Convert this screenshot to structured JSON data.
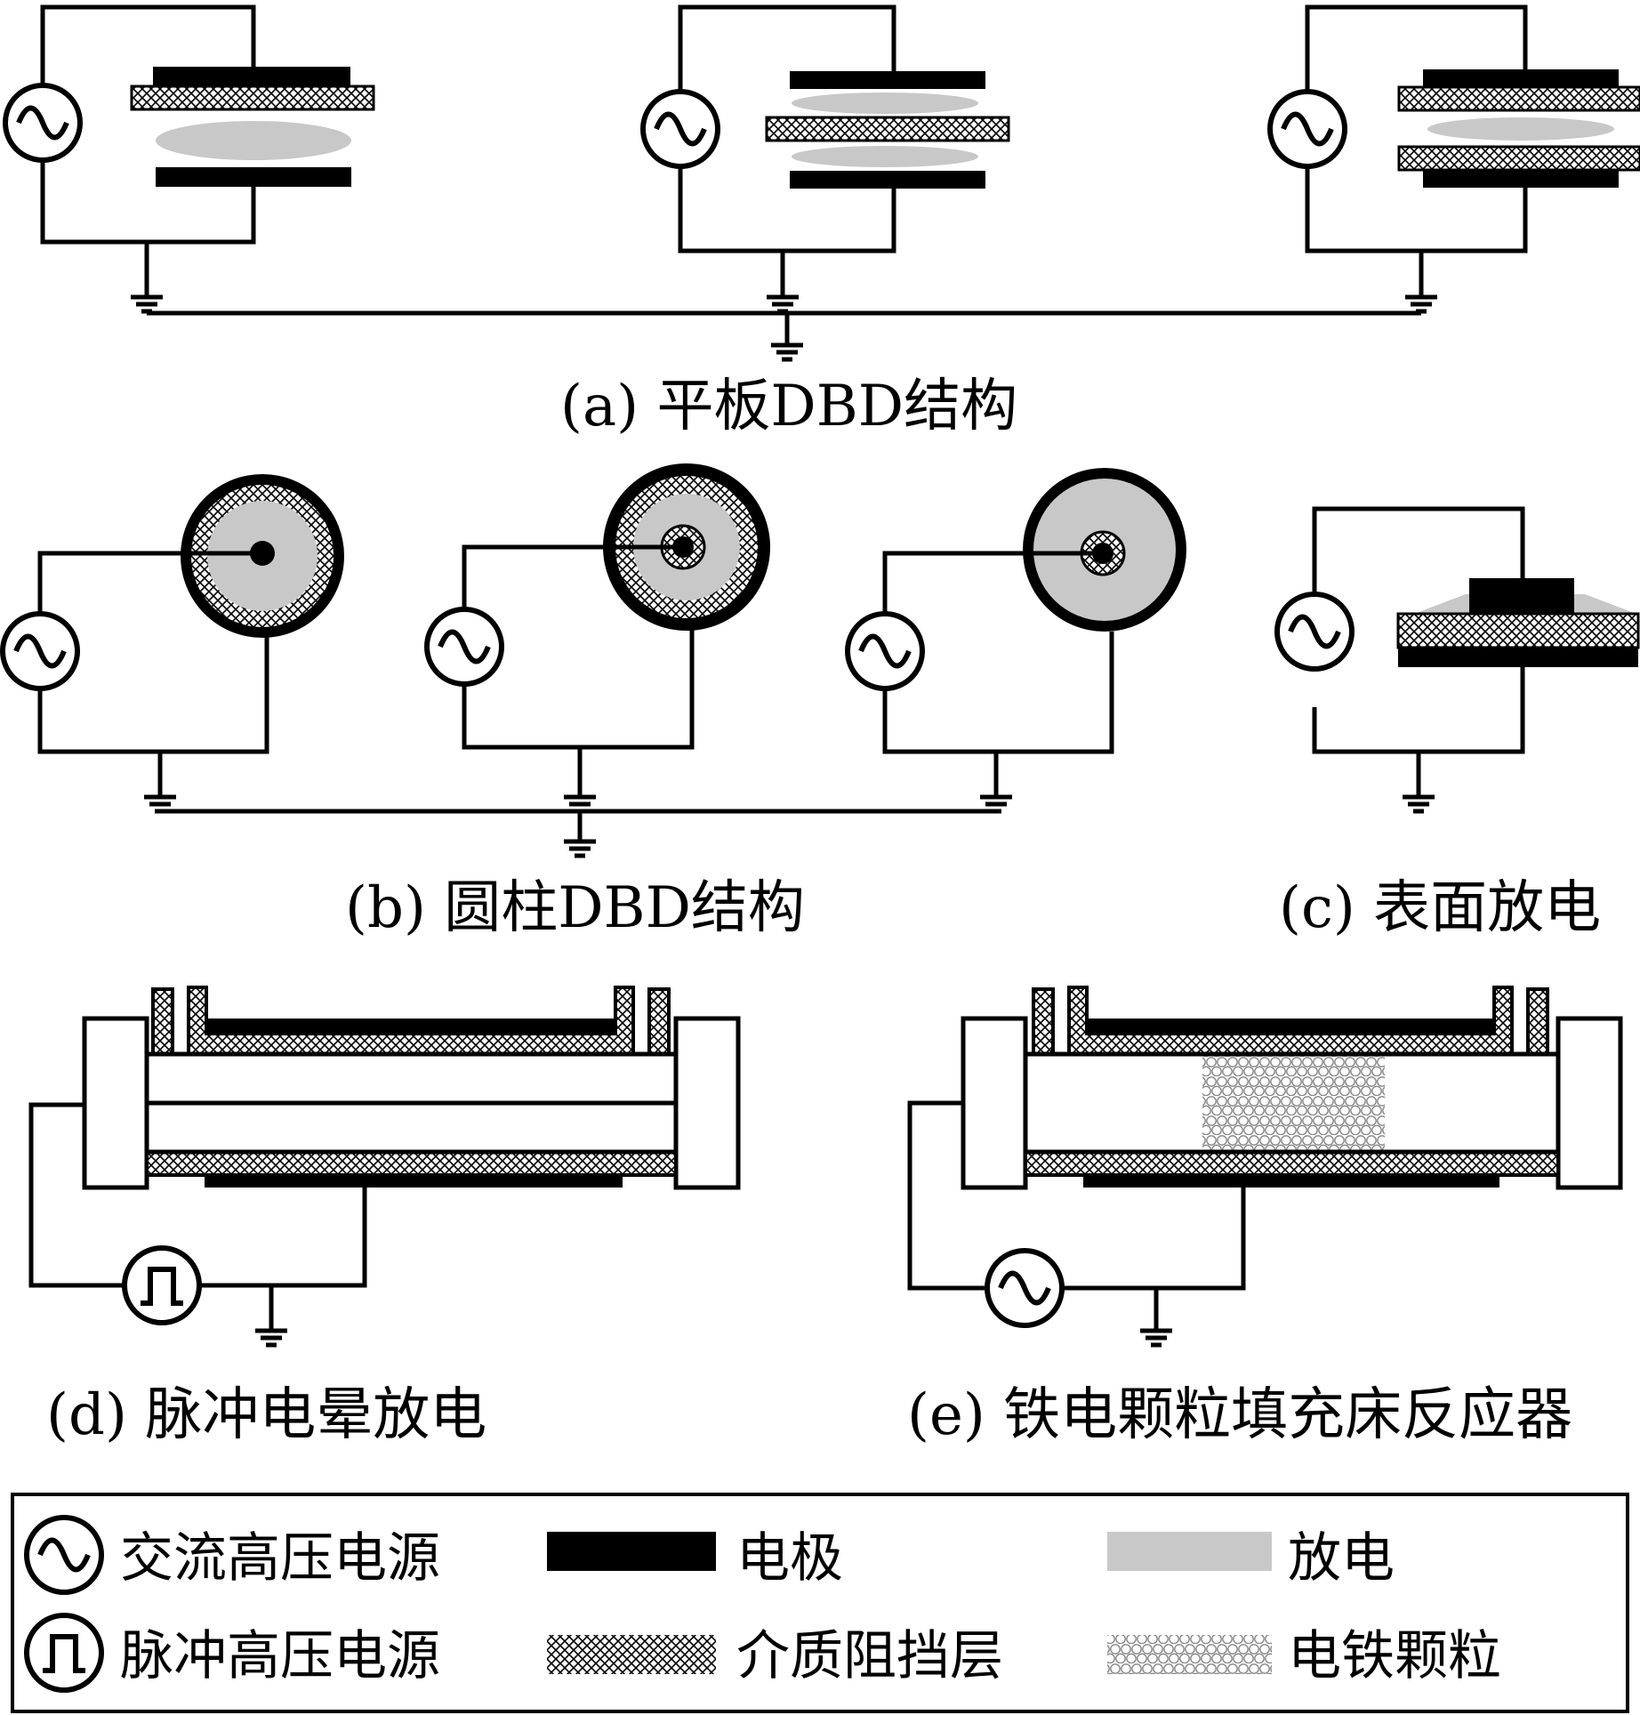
{
  "captions": {
    "a": "(a)  平板DBD结构",
    "b": "(b)  圆柱DBD结构",
    "c": "(c)  表面放电",
    "d": "(d)  脉冲电晕放电",
    "e": "(e)  铁电颗粒填充床反应器"
  },
  "legend": {
    "ac_source": "交流高压电源",
    "pulse_source": "脉冲高压电源",
    "electrode": "电极",
    "dielectric": "介质阻挡层",
    "discharge": "放电",
    "ferroelectric": "电铁颗粒"
  },
  "colors": {
    "electrode": "#000000",
    "discharge": "#c8c8c8",
    "wire": "#000000",
    "background": "#ffffff"
  },
  "icons": [
    "ac-source-icon",
    "pulse-source-icon",
    "ground-icon"
  ]
}
